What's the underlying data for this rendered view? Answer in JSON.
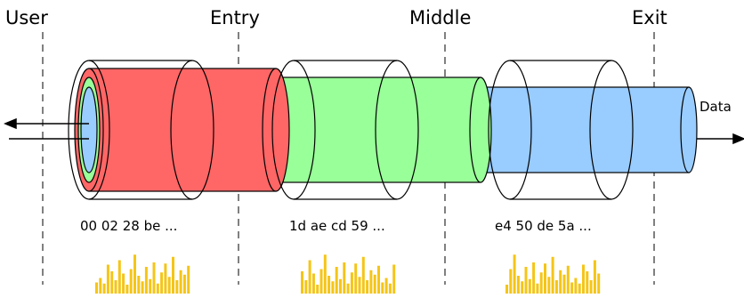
{
  "labels": {
    "user": "User",
    "entry": "Entry",
    "middle": "Middle",
    "exit": "Exit",
    "data": "Data"
  },
  "hex": {
    "entry": "00 02 28 be ...",
    "middle": "1d ae cd 59 ...",
    "exit": "e4 50 de 5a ..."
  },
  "colors": {
    "entry_layer": "#ff6666",
    "middle_layer": "#99ff99",
    "exit_layer": "#99ccff",
    "bars": "#f5c518"
  }
}
